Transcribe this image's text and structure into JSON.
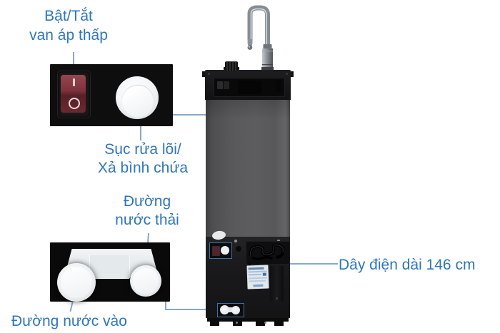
{
  "colors": {
    "label_text": "#2f76bb",
    "leader_line": "#8aa8c9",
    "highlight_box": "#3e6fae",
    "switch_red": "#7d333c",
    "appliance_body_gray": "#59595b",
    "appliance_panel_black": "#161618"
  },
  "callouts": {
    "low_pressure_valve": {
      "line1": "Bật/Tắt",
      "line2": "van áp thấp"
    },
    "flush_drain": {
      "line1": "Sục rửa lõi/",
      "line2": "Xả bình chứa"
    },
    "waste_water_line": {
      "line1": "Đường",
      "line2": "nước thải"
    },
    "water_inlet_line": {
      "text": "Đường nước vào"
    },
    "power_cord": {
      "text": "Dây điện dài 146 cm"
    }
  }
}
